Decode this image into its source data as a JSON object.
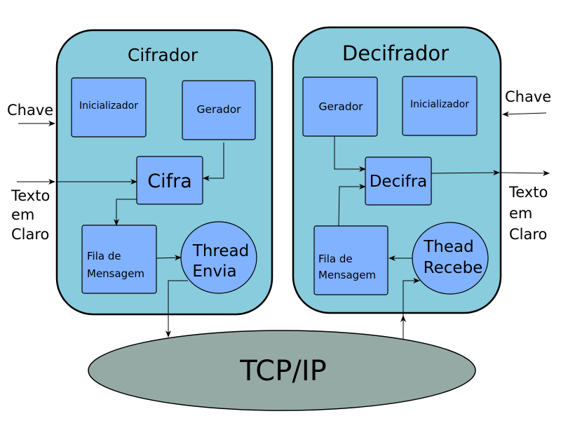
{
  "colors": {
    "container_fill": "#88ccdd",
    "block_fill": "#80b2ff",
    "network_fill": "#95aaa5",
    "stroke": "#000000"
  },
  "cifrador": {
    "title": "Cifrador",
    "inicializador": "Inicializador",
    "gerador": "Gerador",
    "cifra": "Cifra",
    "fila_line1": "Fila de",
    "fila_line2": "Mensagem",
    "thread_line1": "Thread",
    "thread_line2": "Envia"
  },
  "decifrador": {
    "title": "Decifrador",
    "gerador": "Gerador",
    "inicializador": "Inicializador",
    "decifra": "Decifra",
    "fila_line1": "Fila de",
    "fila_line2": "Mensagem",
    "thread_line1": "Thead",
    "thread_line2": "Recebe"
  },
  "inputs_left": {
    "chave": "Chave",
    "texto_line1": "Texto",
    "texto_line2": "em",
    "texto_line3": "Claro"
  },
  "outputs_right": {
    "chave": "Chave",
    "texto_line1": "Texto",
    "texto_line2": "em",
    "texto_line3": "Claro"
  },
  "network": {
    "label": "TCP/IP"
  }
}
